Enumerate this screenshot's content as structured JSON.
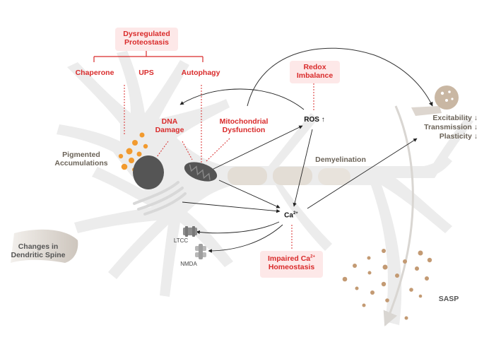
{
  "labels": {
    "dysregulated_proteostasis": [
      "Dysregulated",
      "Proteostasis"
    ],
    "chaperone": "Chaperone",
    "ups": "UPS",
    "autophagy": "Autophagy",
    "redox_imbalance": [
      "Redox",
      "Imbalance"
    ],
    "dna_damage": [
      "DNA",
      "Damage"
    ],
    "mitochondrial_dysfunction": [
      "Mitochondrial",
      "Dysfunction"
    ],
    "ros": "ROS",
    "ros_arrow": "↑",
    "pigmented_accumulations": [
      "Pigmented",
      "Accumulations"
    ],
    "demyelination": "Demyelination",
    "ca": "Ca",
    "ca_sup": "2+",
    "ltcc": "LTCC",
    "nmda": "NMDA",
    "changes_dendritic_spine": [
      "Changes in",
      "Dendritic Spine"
    ],
    "impaired_ca": [
      "Impaired Ca",
      "2+",
      "Homeostasis"
    ],
    "excitability": "Excitability ↓",
    "transmission": "Transmission ↓",
    "plasticity": "Plasticity ↓",
    "sasp": "SASP"
  },
  "colors": {
    "accent_red": "#d92b2b",
    "pink_box": "#fde8e8",
    "neuron_fill": "#ececec",
    "pigment_orange": "#f29a2e",
    "sasp_brown": "#c39a73",
    "nucleus_grey": "#555555",
    "text_brown": "#6b6358"
  }
}
